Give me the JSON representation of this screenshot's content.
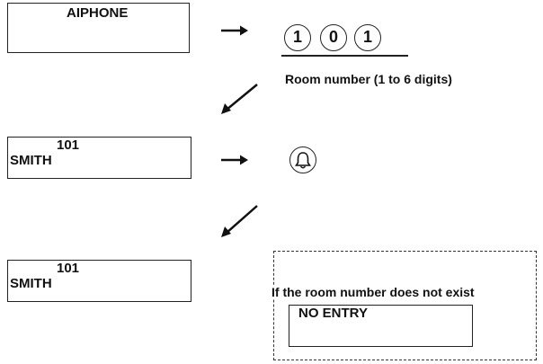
{
  "step1": {
    "display_text": "AIPHONE",
    "digits": [
      "1",
      "0",
      "1"
    ],
    "caption": "Room number (1 to 6 digits)"
  },
  "step2": {
    "display_line1": "101",
    "display_line2": "SMITH",
    "icon": "bell-icon"
  },
  "step3": {
    "display_line1": "101",
    "display_line2": "SMITH",
    "note": "If the room number does not exist",
    "error_display": "NO ENTRY"
  }
}
